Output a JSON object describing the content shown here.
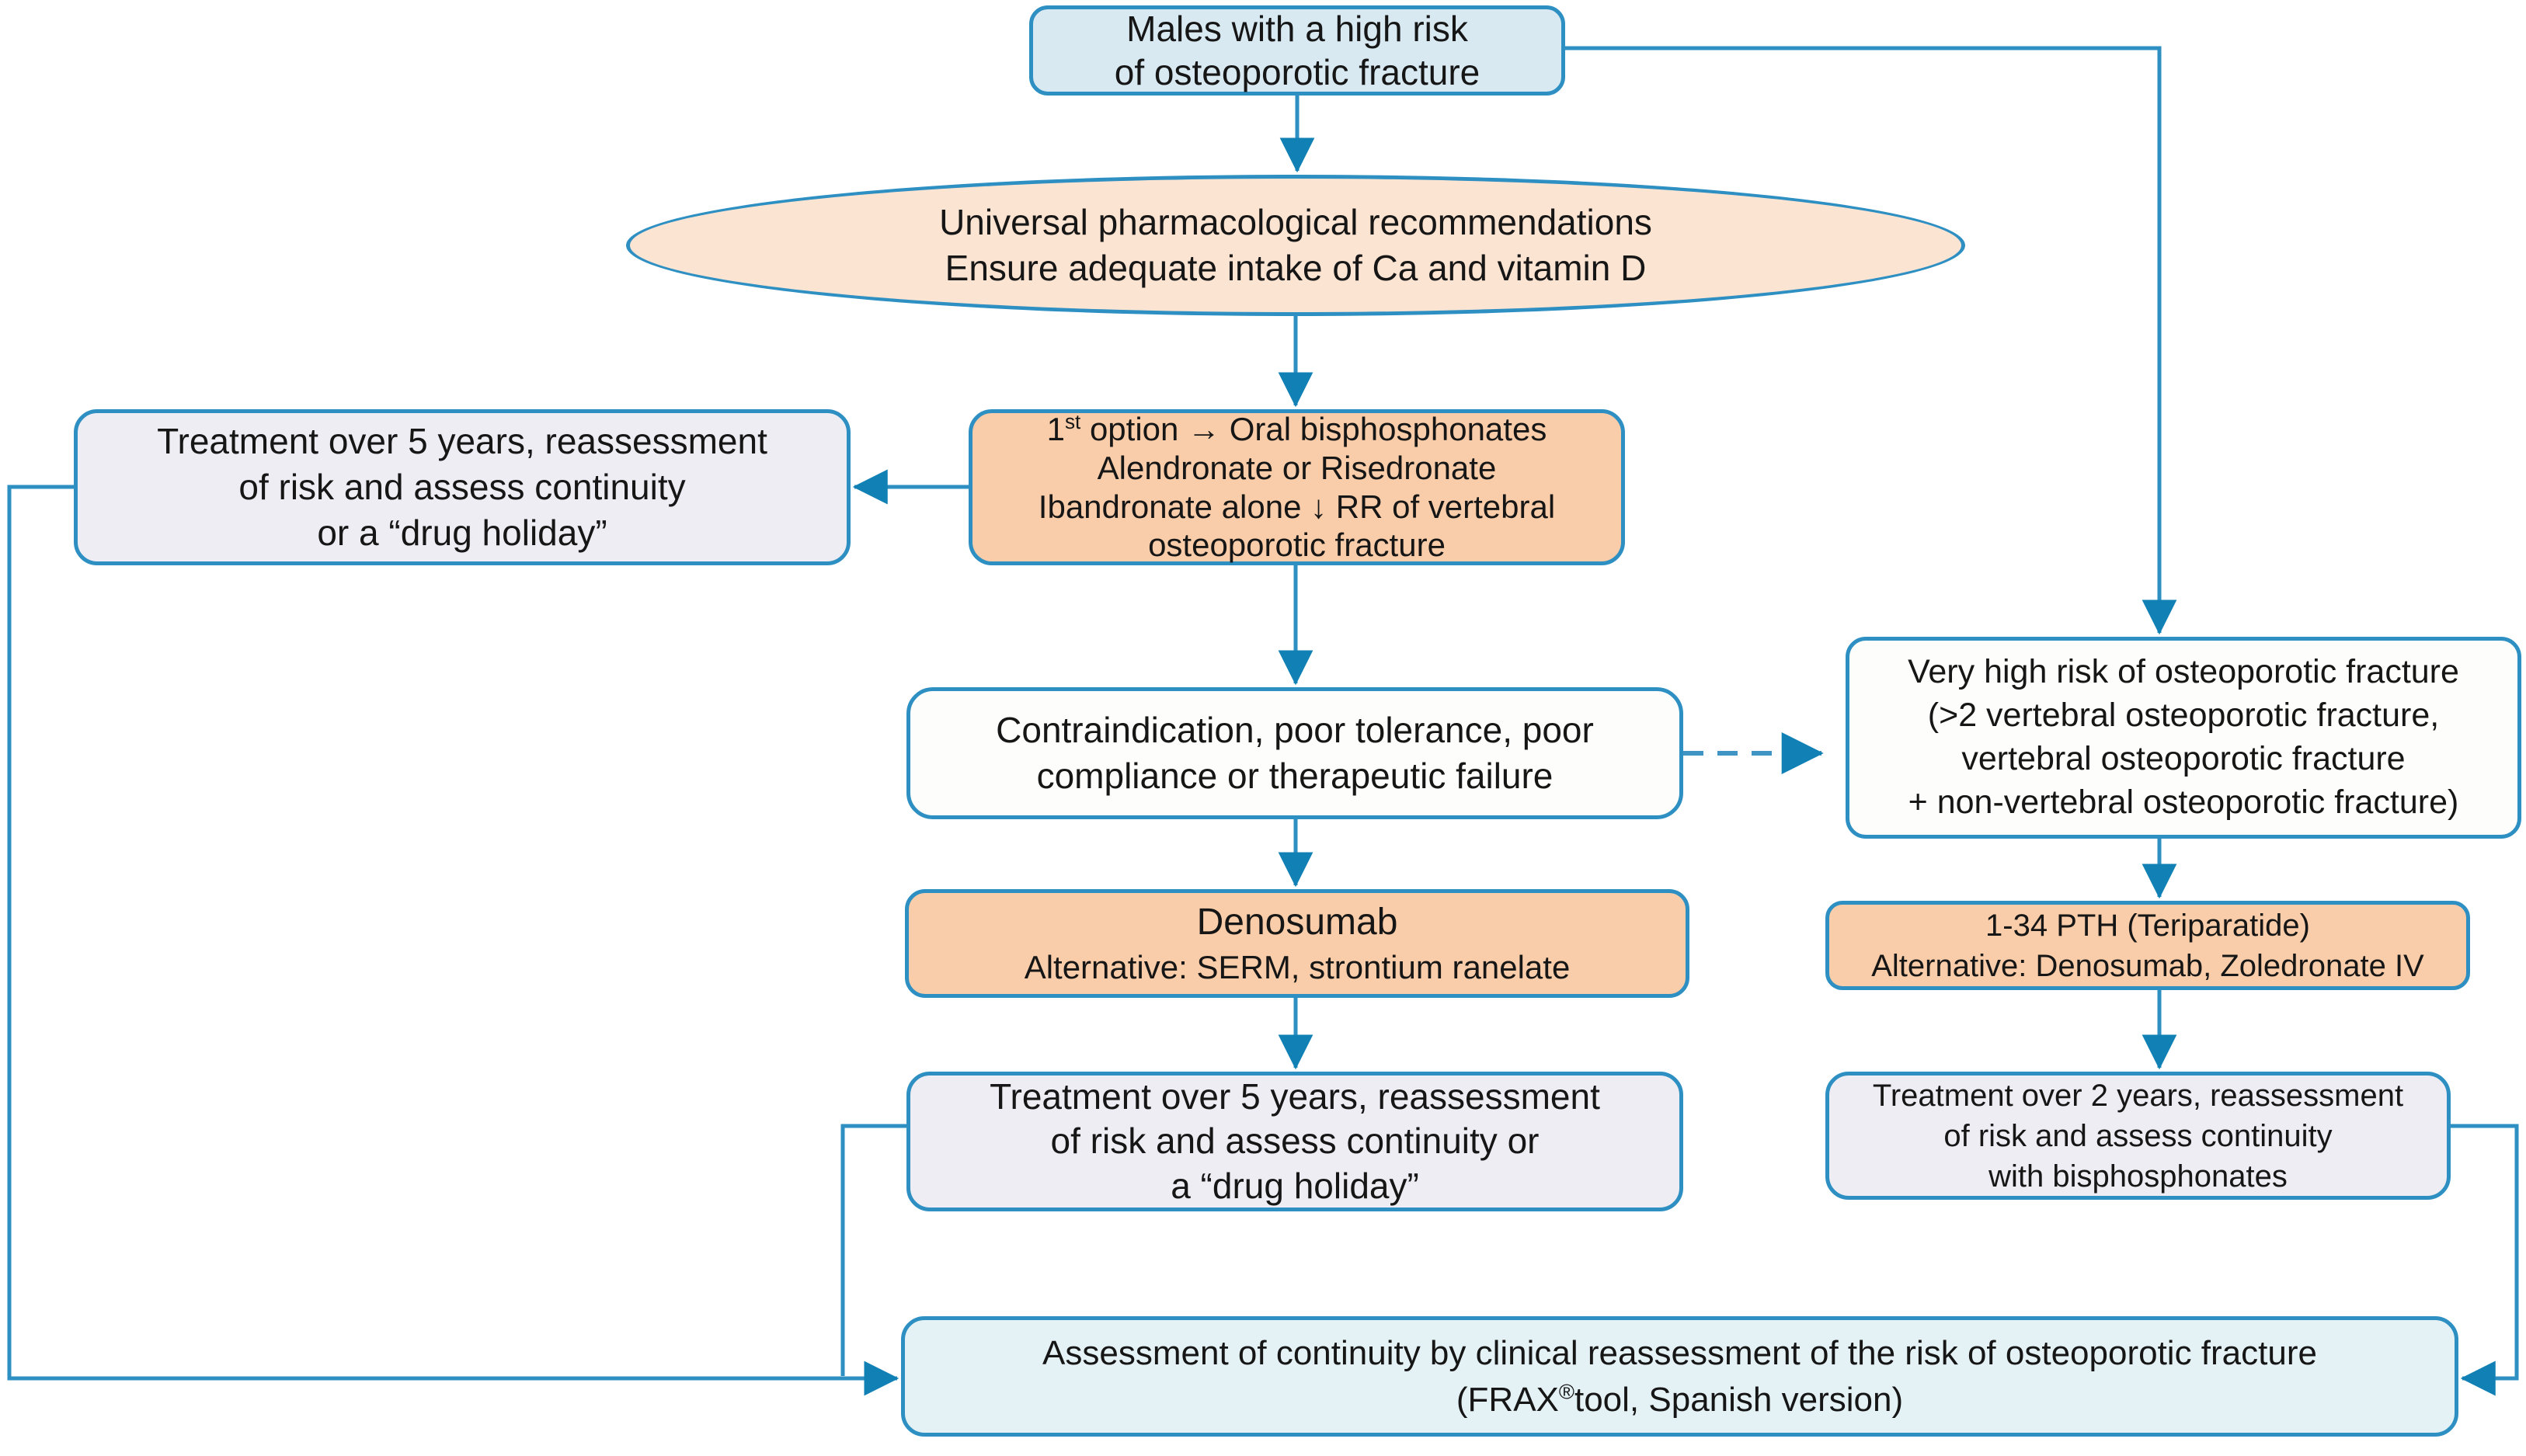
{
  "figure": {
    "type": "flowchart",
    "colors": {
      "connector_blue": "#2E8FC2",
      "arrowhead_blue": "#1181B5",
      "node_border_blue": "#2E8FC2",
      "top_node_fill": "#D8E9F2",
      "ellipse_fill": "#FCE4D3",
      "drug_node_fill": "#F9CDA9",
      "treatment_node_fill": "#EEEDF3",
      "condition_node_fill": "#FDFDFB",
      "assessment_node_fill": "#E4F1F5"
    },
    "nodes": {
      "males": {
        "line1": "Males with a high risk",
        "line2": "of osteoporotic fracture"
      },
      "universal": {
        "line1": "Universal pharmacological recommendations",
        "line2": "Ensure adequate intake of Ca and vitamin D"
      },
      "first_option": {
        "line1_base": "1",
        "line1_sup": "st",
        "line1_rest": " option → Oral bisphosphonates",
        "line2": "Alendronate or Risedronate",
        "line3": "Ibandronate alone ↓ RR of vertebral",
        "line4": "osteoporotic fracture"
      },
      "treatment5_left": {
        "line1": "Treatment over 5 years, reassessment",
        "line2": "of risk and assess continuity",
        "line3": "or a “drug holiday”"
      },
      "contraindication": {
        "line1": "Contraindication, poor tolerance, poor",
        "line2": "compliance or therapeutic failure"
      },
      "very_high_risk": {
        "line1": "Very high risk of osteoporotic fracture",
        "line2": "(>2 vertebral osteoporotic fracture,",
        "line3": "vertebral osteoporotic fracture",
        "line4": "+ non-vertebral osteoporotic fracture)"
      },
      "denosumab": {
        "line1": "Denosumab",
        "line2": "Alternative: SERM, strontium ranelate"
      },
      "pth": {
        "line1": "1-34 PTH (Teriparatide)",
        "line2": "Alternative: Denosumab, Zoledronate IV"
      },
      "treatment5_mid": {
        "line1": "Treatment over 5 years, reassessment",
        "line2": "of risk and assess continuity or",
        "line3": "a “drug holiday”"
      },
      "treatment2_right": {
        "line1": "Treatment over 2 years, reassessment",
        "line2": "of risk and assess continuity",
        "line3": "with bisphosphonates"
      },
      "assessment": {
        "line1": "Assessment of continuity by clinical reassessment of the risk of osteoporotic fracture",
        "line2_base": "(FRAX",
        "line2_sup": "®",
        "line2_rest": "tool, Spanish version)"
      }
    }
  }
}
